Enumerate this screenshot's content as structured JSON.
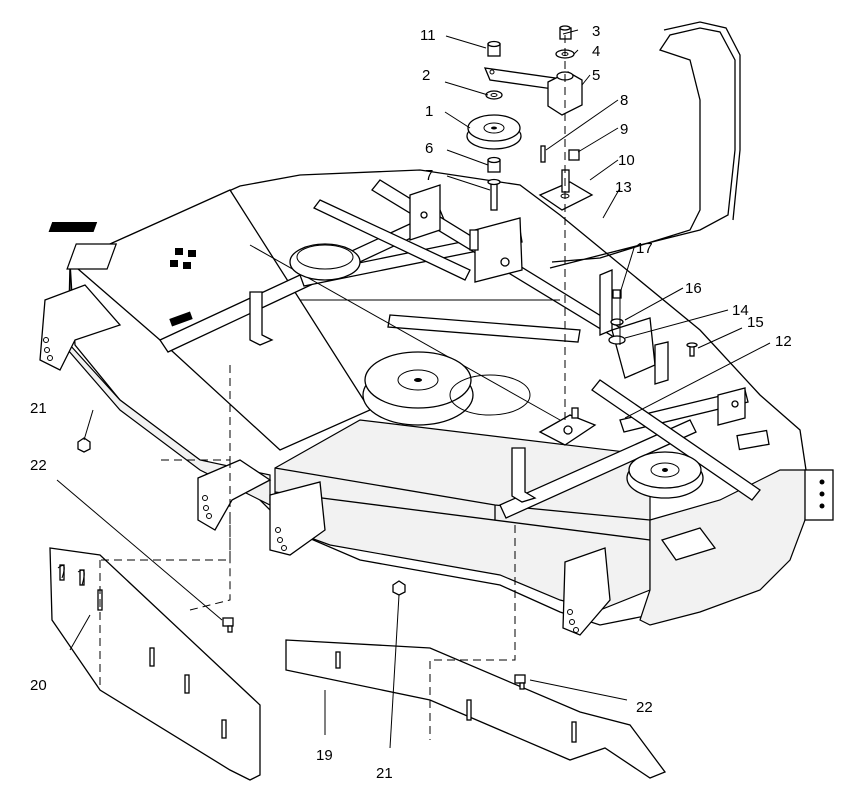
{
  "diagram": {
    "callouts": [
      {
        "id": "c1",
        "label": "1"
      },
      {
        "id": "c2",
        "label": "2"
      },
      {
        "id": "c3",
        "label": "3"
      },
      {
        "id": "c4",
        "label": "4"
      },
      {
        "id": "c5",
        "label": "5"
      },
      {
        "id": "c6",
        "label": "6"
      },
      {
        "id": "c7",
        "label": "7"
      },
      {
        "id": "c8",
        "label": "8"
      },
      {
        "id": "c9",
        "label": "9"
      },
      {
        "id": "c10",
        "label": "10"
      },
      {
        "id": "c11",
        "label": "11"
      },
      {
        "id": "c12",
        "label": "12"
      },
      {
        "id": "c13",
        "label": "13"
      },
      {
        "id": "c14",
        "label": "14"
      },
      {
        "id": "c15",
        "label": "15"
      },
      {
        "id": "c16",
        "label": "16"
      },
      {
        "id": "c17",
        "label": "17"
      },
      {
        "id": "c19",
        "label": "19"
      },
      {
        "id": "c20",
        "label": "20"
      },
      {
        "id": "c21a",
        "label": "21"
      },
      {
        "id": "c21b",
        "label": "21"
      },
      {
        "id": "c22a",
        "label": "22"
      },
      {
        "id": "c22b",
        "label": "22"
      }
    ],
    "colors": {
      "line": "#000000",
      "background": "#ffffff",
      "panel": "#f2f2f2"
    }
  }
}
